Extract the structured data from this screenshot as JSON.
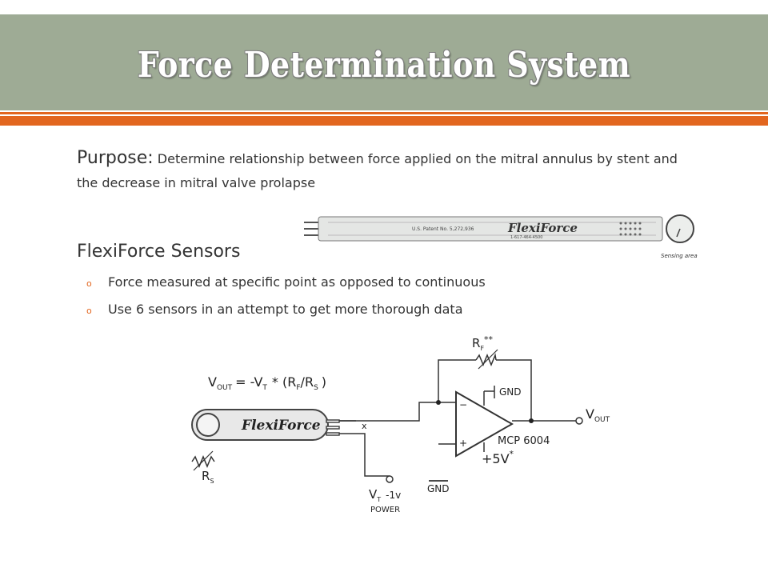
{
  "slide": {
    "title": "Force Determination System",
    "bullet_glyph": "",
    "sub_bullet_glyph": "o",
    "bullets": [
      {
        "label": "Purpose:",
        "text": "Determine relationship between force applied on the mitral annulus by stent and the decrease in mitral valve prolapse"
      },
      {
        "label": "FlexiForce Sensors",
        "sub": [
          "Force measured at specific point as opposed to continuous",
          "Use 6 sensors in an attempt to get more thorough data"
        ]
      }
    ]
  },
  "sensor_photo": {
    "brand": "FlexiForce",
    "patent": "U.S. Patent No. 5,272,936",
    "phone": "1-617-464-4500",
    "sensing_label": "Sensing area"
  },
  "circuit": {
    "equation": "V",
    "eq_out_sub": "OUT",
    "eq_mid": "= -V",
    "eq_t_sub": "T",
    "eq_rest": "* (R",
    "eq_f_sub": "F",
    "eq_div": "/R",
    "eq_s_sub": "S",
    "eq_close": ")",
    "sensor_brand": "FlexiForce",
    "x_mark": "x",
    "rf_label": "R",
    "rf_sub": "F",
    "rf_sup": "**",
    "rs_label": "R",
    "rs_sub": "S",
    "gnd_top": "GND",
    "gnd_bottom": "GND",
    "minus": "−",
    "plus": "+",
    "chip": "MCP 6004",
    "supply": "+5V",
    "supply_sup": "*",
    "vout": "V",
    "vout_sub": "OUT",
    "vt": "V",
    "vt_sub": "T",
    "vt_value": "-1v",
    "power": "POWER"
  }
}
